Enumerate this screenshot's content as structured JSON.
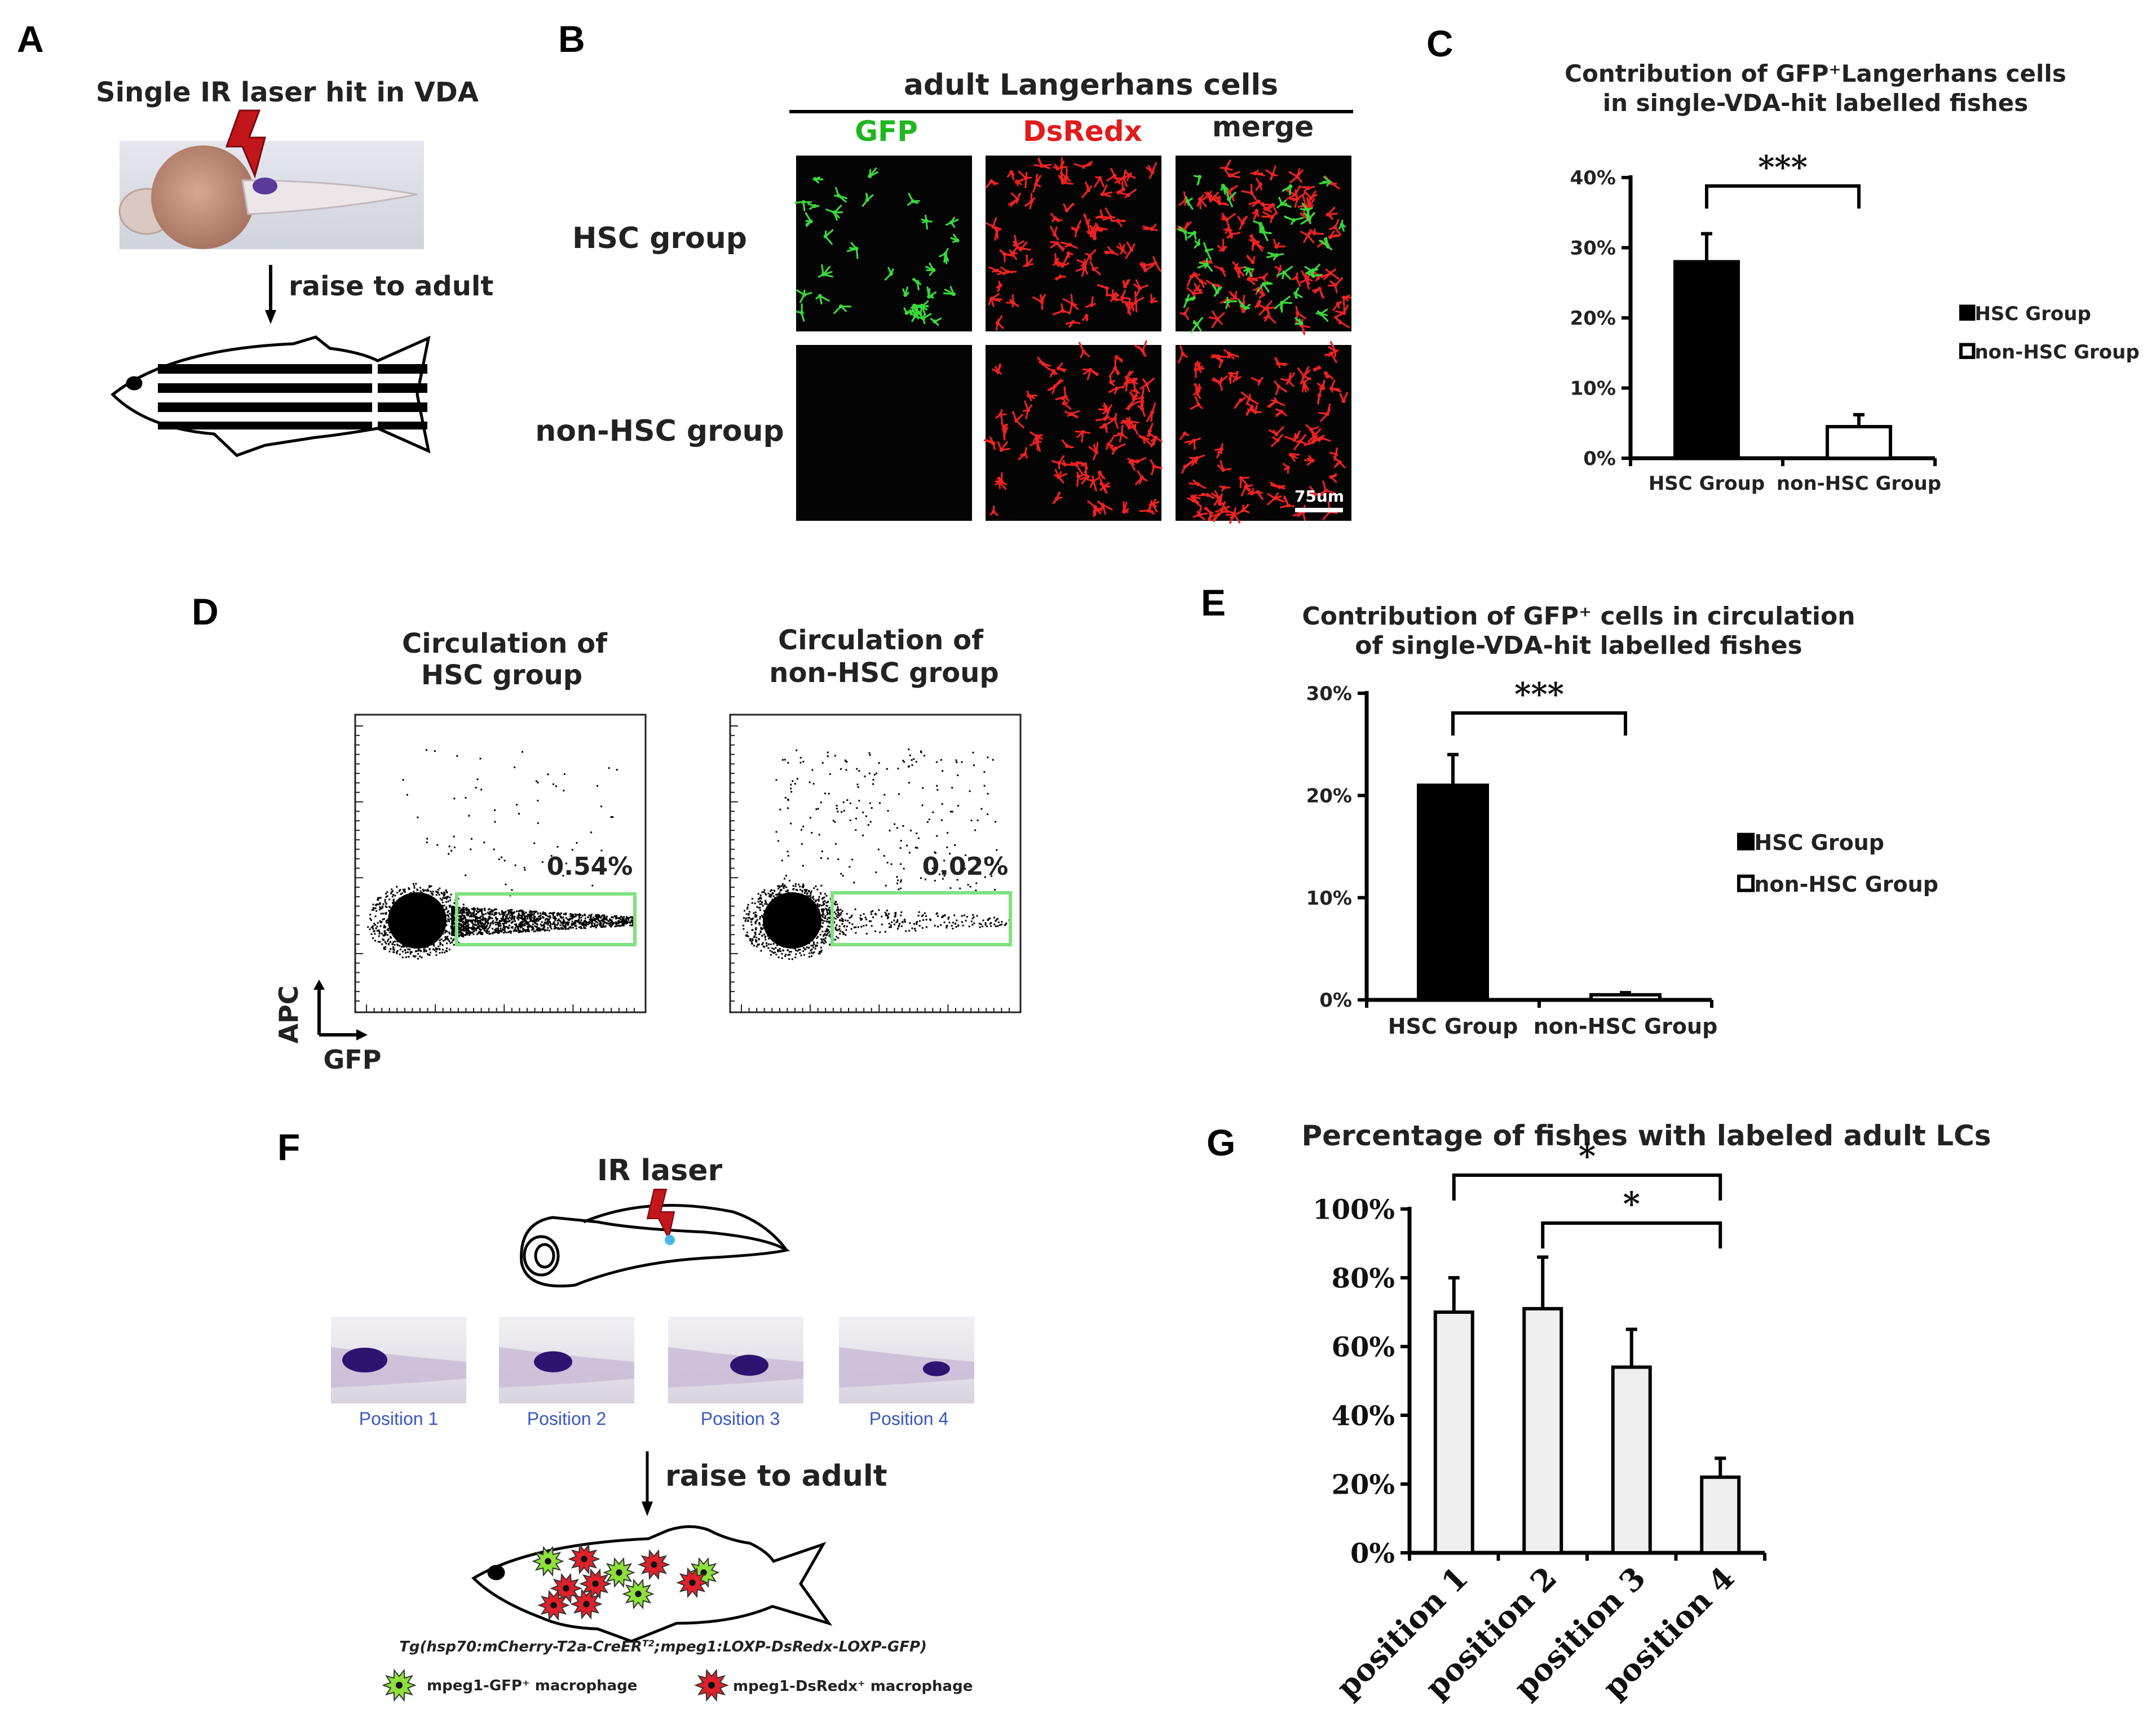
{
  "panels": {
    "A": {
      "label": "A",
      "title": "Single IR laser hit in VDA",
      "step": "raise to adult"
    },
    "B": {
      "label": "B",
      "title": "adult Langerhans cells",
      "cols": [
        "GFP",
        "DsRedx",
        "merge"
      ],
      "col_colors": [
        "#1fb61f",
        "#e01c1c",
        "#222222"
      ],
      "rows": [
        "HSC group",
        "non-HSC group"
      ],
      "scale_bar": "75um"
    },
    "C": {
      "label": "C"
    },
    "D": {
      "label": "D",
      "plot_titles": [
        [
          "Circulation of",
          "HSC group"
        ],
        [
          "Circulation of",
          "non-HSC group"
        ]
      ],
      "gate_values": [
        "0.54%",
        "0.02%"
      ],
      "y_axis": "APC",
      "x_axis": "GFP"
    },
    "E": {
      "label": "E"
    },
    "F": {
      "label": "F",
      "laser": "IR laser",
      "positions": [
        "Position 1",
        "Position 2",
        "Position 3",
        "Position 4"
      ],
      "step": "raise to adult",
      "genotype": "Tg(hsp70:mCherry-T2a-CreER",
      "genotype_sup": "T2",
      "genotype_end": ";mpeg1:LOXP-DsRedx-LOXP-GFP)",
      "legend_gfp": "mpeg1-GFP⁺ macrophage",
      "legend_dsred": "mpeg1-DsRedx⁺ macrophage"
    },
    "G": {
      "label": "G"
    }
  },
  "chart_data": [
    {
      "panel": "C",
      "type": "bar",
      "title": [
        "Contribution of  GFP⁺Langerhans cells",
        "in single-VDA-hit labelled fishes"
      ],
      "categories": [
        "HSC Group",
        "non-HSC Group"
      ],
      "values": [
        0.28,
        0.045
      ],
      "errors": [
        0.04,
        0.017
      ],
      "fills": [
        "#000000",
        "#ffffff"
      ],
      "legend": [
        "HSC Group",
        "non-HSC Group"
      ],
      "yticks": [
        "0%",
        "10%",
        "20%",
        "30%",
        "40%"
      ],
      "ylim": [
        0,
        0.4
      ],
      "significance": "***"
    },
    {
      "panel": "E",
      "type": "bar",
      "title": [
        "Contribution of  GFP⁺ cells in circulation",
        "of single-VDA-hit labelled fishes"
      ],
      "categories": [
        "HSC Group",
        "non-HSC Group"
      ],
      "values": [
        0.21,
        0.005
      ],
      "errors": [
        0.03,
        0.002
      ],
      "fills": [
        "#000000",
        "#ffffff"
      ],
      "legend": [
        "HSC Group",
        "non-HSC Group"
      ],
      "yticks": [
        "0%",
        "10%",
        "20%",
        "30%"
      ],
      "ylim": [
        0,
        0.3
      ],
      "significance": "***"
    },
    {
      "panel": "G",
      "type": "bar",
      "title": [
        "Percentage of fishes with labeled adult LCs"
      ],
      "categories": [
        "position 1",
        "position 2",
        "position 3",
        "position 4"
      ],
      "values": [
        0.7,
        0.71,
        0.54,
        0.22
      ],
      "errors": [
        0.1,
        0.15,
        0.11,
        0.055
      ],
      "fills": [
        "#efefef",
        "#efefef",
        "#efefef",
        "#efefef"
      ],
      "yticks": [
        "0%",
        "20%",
        "40%",
        "60%",
        "80%",
        "100%"
      ],
      "ylim": [
        0,
        1.0
      ],
      "significance": [
        "*",
        "*"
      ]
    }
  ]
}
